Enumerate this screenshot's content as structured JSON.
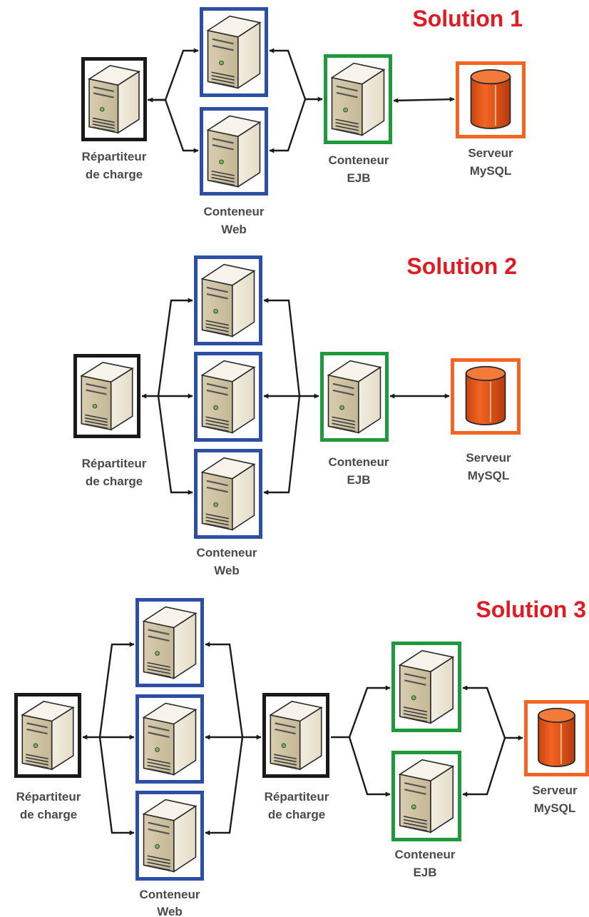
{
  "colors": {
    "load_balancer": "#1a1a1a",
    "web_container": "#2c4fa3",
    "ejb_container": "#1e9a3c",
    "mysql_server": "#f26522",
    "solution_title": "#e21b22",
    "label_text": "#4a4a4a"
  },
  "icons": {
    "server": "server-tower-icon",
    "database": "database-cylinder-icon"
  },
  "labels": {
    "load_balancer": [
      "Répartiteur",
      "de charge"
    ],
    "web_container": [
      "Conteneur",
      "Web"
    ],
    "ejb_container": [
      "Conteneur",
      "EJB"
    ],
    "mysql_server": [
      "Serveur",
      "MySQL"
    ]
  },
  "solutions": [
    {
      "title": "Solution 1",
      "web_containers": 2,
      "ejb_containers": 1,
      "second_load_balancer": false
    },
    {
      "title": "Solution 2",
      "web_containers": 3,
      "ejb_containers": 1,
      "second_load_balancer": false
    },
    {
      "title": "Solution 3",
      "web_containers": 3,
      "ejb_containers": 2,
      "second_load_balancer": true
    }
  ]
}
